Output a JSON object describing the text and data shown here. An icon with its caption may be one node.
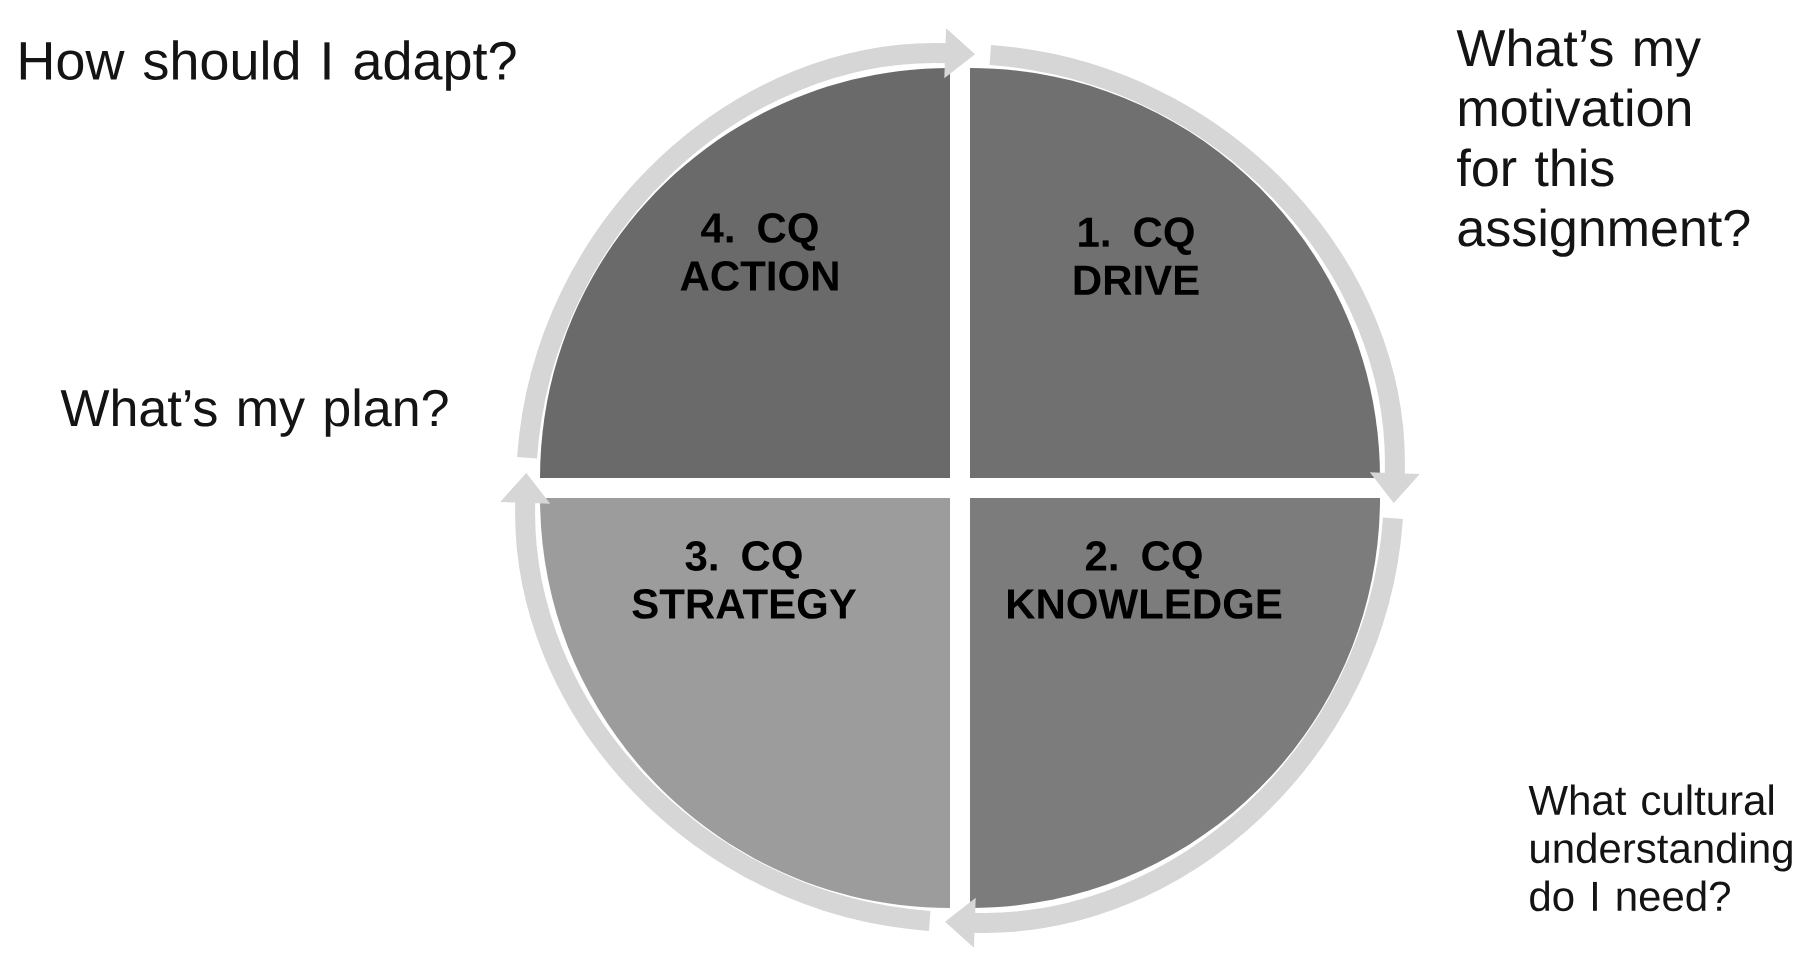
{
  "diagram": {
    "nodes": [
      {
        "text": [
          "4. CQ ACTION"
        ],
        "beside": [
          "How should I adapt?"
        ]
      },
      {
        "text": [
          "1. CQ DRIVE"
        ],
        "beside": [
          "What’s my motivation for this assignment?"
        ]
      },
      {
        "text": [
          "3. CQ STRATEGY"
        ],
        "beside": [
          "What’s my plan?"
        ]
      },
      {
        "text": [
          "2. CQ KNOWLEDGE"
        ],
        "beside": [
          "What cultural understanding do I need?"
        ]
      }
    ],
    "edges": [
      {
        "from": 0,
        "to": 1,
        "arrow": "to"
      },
      {
        "from": 1,
        "to": 3,
        "arrow": "to"
      },
      {
        "from": 3,
        "to": 2,
        "arrow": "to"
      },
      {
        "from": 2,
        "to": 0,
        "arrow": "to"
      }
    ]
  }
}
